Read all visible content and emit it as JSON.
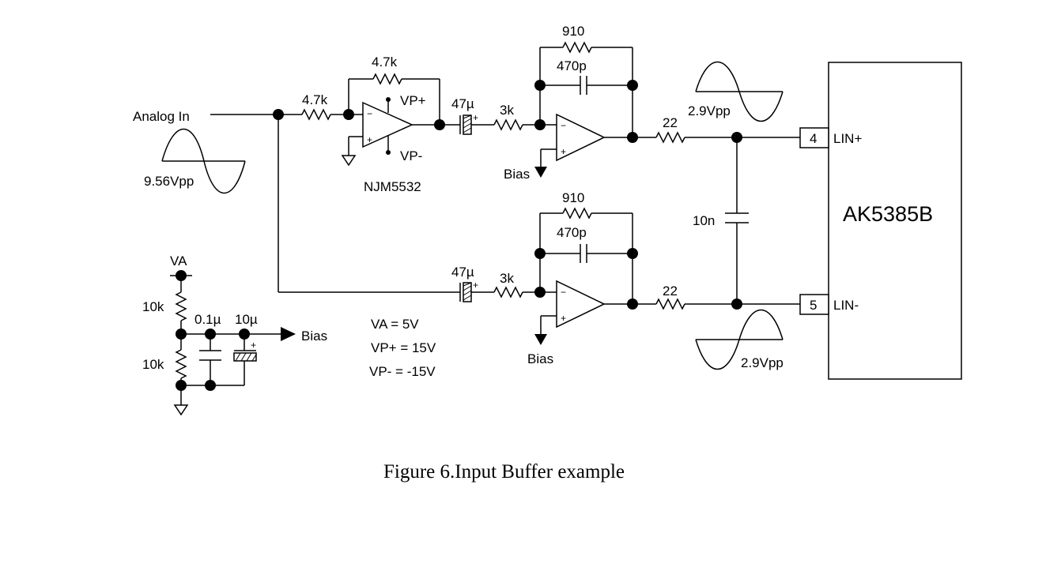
{
  "labels": {
    "analog_in": "Analog In",
    "input_vpp": "9.56Vpp",
    "out_vpp_top": "2.9Vpp",
    "out_vpp_bottom": "2.9Vpp",
    "r_in": "4.7k",
    "r_fb1": "4.7k",
    "vp_plus": "VP+",
    "vp_minus": "VP-",
    "opamp1_part": "NJM5532",
    "cap_top": "47µ",
    "cap_bottom": "47µ",
    "r3k_top": "3k",
    "r3k_bottom": "3k",
    "r910_top": "910",
    "r910_bottom": "910",
    "c470p_top": "470p",
    "c470p_bottom": "470p",
    "r22_top": "22",
    "r22_bottom": "22",
    "c10n": "10n",
    "bias_top": "Bias",
    "bias_bottom": "Bias",
    "bias_out": "Bias",
    "chip_name": "AK5385B",
    "pin4": "4",
    "pin5": "5",
    "lin_plus": "LIN+",
    "lin_minus": "LIN-",
    "va": "VA",
    "r10k_top": "10k",
    "r10k_bottom": "10k",
    "c01u": "0.1µ",
    "c10u": "10µ",
    "note_va": "VA = 5V",
    "note_vp_plus": "VP+ = 15V",
    "note_vp_minus": "VP- = -15V",
    "opamp_minus": "−",
    "opamp_plus": "+",
    "cap_polarity": "+"
  },
  "caption": "Figure 6.Input Buffer example"
}
